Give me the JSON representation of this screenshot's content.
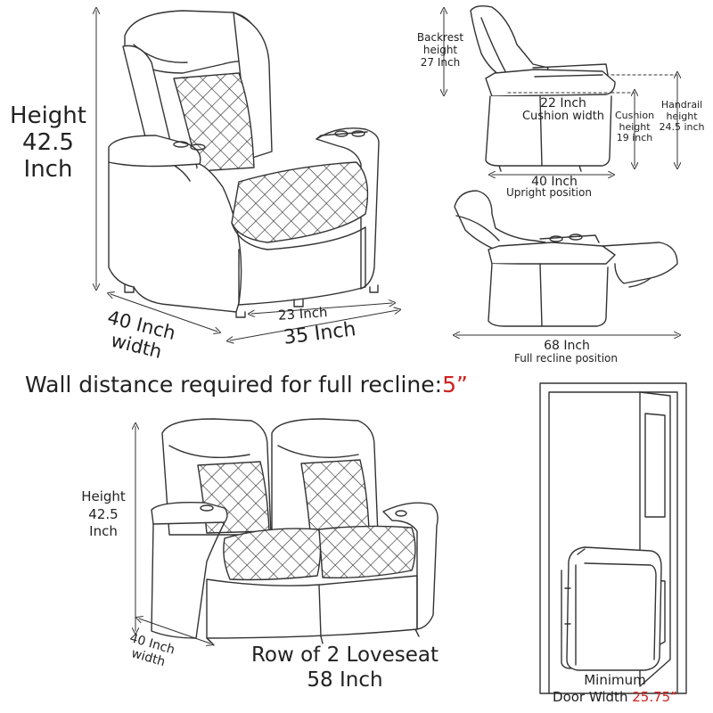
{
  "main_chair": {
    "height_label": [
      "Height",
      "42.5",
      "Inch"
    ],
    "width_label": [
      "40 Inch",
      "width"
    ],
    "seat_width": "23 Inch",
    "overall_width": "35 Inch"
  },
  "side_upright": {
    "backrest": [
      "Backrest",
      "height",
      "27 Inch"
    ],
    "cushion_width": [
      "22 Inch",
      "Cushion width"
    ],
    "cushion_height": [
      "Cushion",
      "height",
      "19 inch"
    ],
    "handrail_height": [
      "Handrail",
      "height",
      "24.5 inch"
    ],
    "depth": "40 Inch",
    "depth_caption": "Upright position"
  },
  "side_recline": {
    "length": "68 Inch",
    "caption": "Full recline position"
  },
  "wall": {
    "text": "Wall distance required for full recline:",
    "value": "5”"
  },
  "loveseat": {
    "height_label": [
      "Height",
      "42.5",
      "Inch"
    ],
    "width_label": [
      "40 Inch",
      "width"
    ],
    "title": "Row of 2 Loveseat",
    "length": "58 Inch"
  },
  "door": {
    "caption_1": "Minimum",
    "caption_2": "Door Width",
    "value": "25.75”"
  },
  "colors": {
    "line": "#333333",
    "accent": "#d0211f"
  }
}
